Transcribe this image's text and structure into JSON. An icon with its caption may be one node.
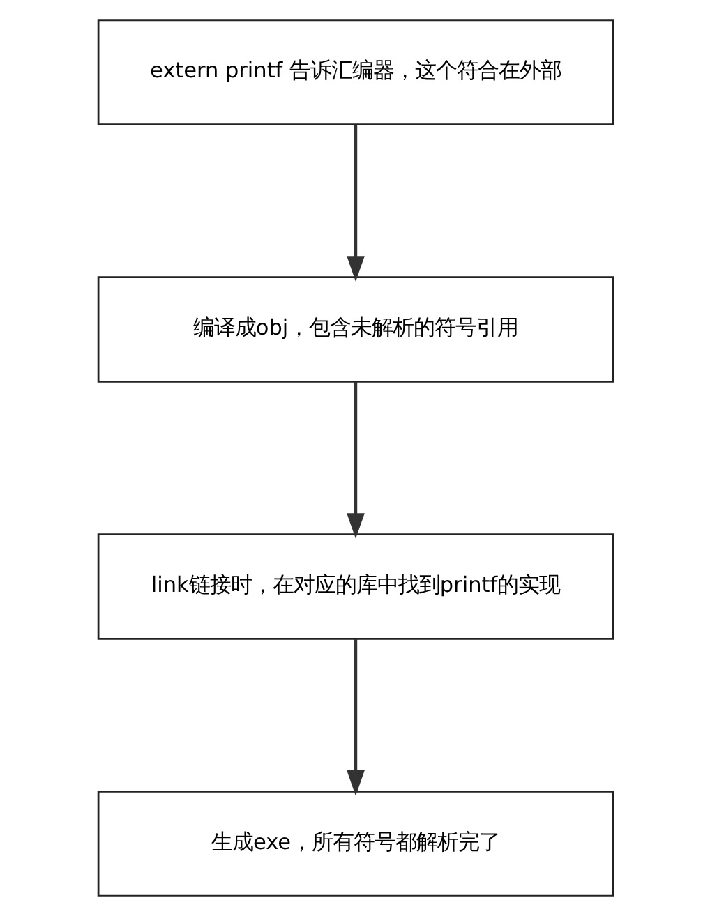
{
  "diagram": {
    "nodes": [
      {
        "text": [
          "extern printf 告诉汇编器，这个符合在外部"
        ]
      },
      {
        "text": [
          "编译成obj，包含未解析的符号引用"
        ]
      },
      {
        "text": [
          "link链接时，在对应的库中找到printf的实现"
        ]
      },
      {
        "text": [
          "生成exe，所有符号都解析完了"
        ]
      }
    ],
    "edges": [
      {
        "from": 0,
        "to": 1,
        "arrow": "to"
      },
      {
        "from": 1,
        "to": 2,
        "arrow": "to"
      },
      {
        "from": 2,
        "to": 3,
        "arrow": "to"
      }
    ]
  }
}
